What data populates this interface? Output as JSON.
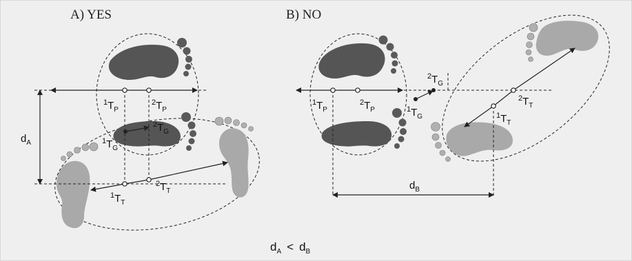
{
  "panels": {
    "a_title": "A) YES",
    "b_title": "B) NO"
  },
  "labels": {
    "T": "T",
    "d": "d",
    "sup_1": "1",
    "sup_2": "2",
    "sub_P": "P",
    "sub_G": "G",
    "sub_T": "T",
    "sub_A": "A",
    "sub_B": "B",
    "lt": "<"
  },
  "colors": {
    "background": "#efefef",
    "dark_foot": "#555555",
    "light_foot": "#a9a9a9",
    "line": "#222222"
  }
}
